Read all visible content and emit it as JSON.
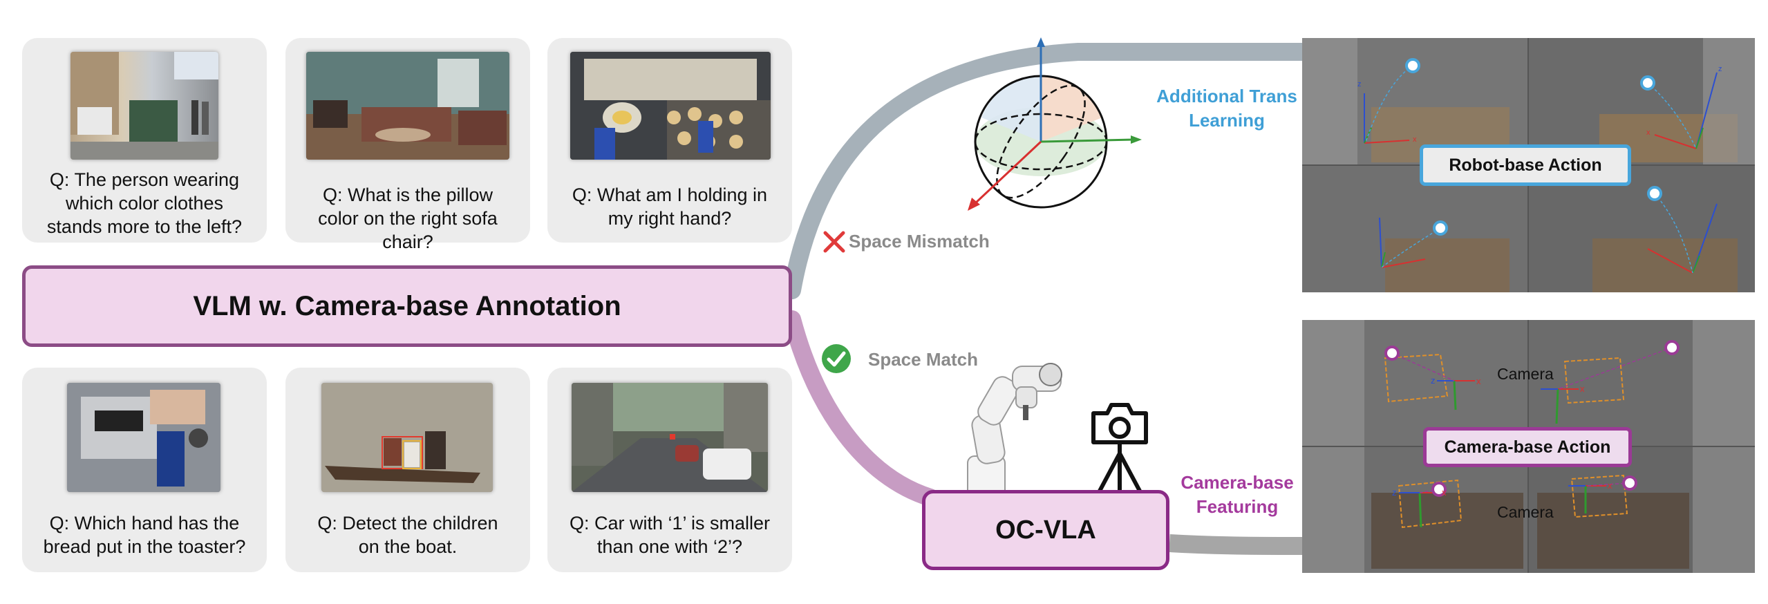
{
  "title": "VLM w. Camera-base Annotation",
  "questions": [
    {
      "text": "Q: The person wearing which color clothes stands more to the left?"
    },
    {
      "text": "Q: What is the pillow color on the right sofa chair?"
    },
    {
      "text": "Q: What am I holding in my right hand?"
    },
    {
      "text": "Q: Which hand has the bread put in the toaster?"
    },
    {
      "text": "Q: Detect the children on the boat."
    },
    {
      "text": "Q: Car with ‘1’ is smaller than one with ‘2’?"
    }
  ],
  "space_mismatch": "Space Mismatch",
  "space_match": "Space Match",
  "additional_trans_line1": "Additional Trans",
  "additional_trans_line2": "Learning",
  "camera_featuring_line1": "Camera-base",
  "camera_featuring_line2": "Featuring",
  "ocvla_label": "OC-VLA",
  "robot_action_label": "Robot-base Action",
  "camera_action_label": "Camera-base Action",
  "camera_word_1": "Camera",
  "camera_word_2": "Camera",
  "axis_labels": {
    "x": "x",
    "y": "y",
    "z": "z"
  },
  "colors": {
    "blue_accent": "#3f9fd6",
    "purple_accent": "#a43a9d",
    "gray_curve": "#a9b4bc",
    "purple_curve": "#c79dc3",
    "box_fill": "#f1d6ec"
  }
}
